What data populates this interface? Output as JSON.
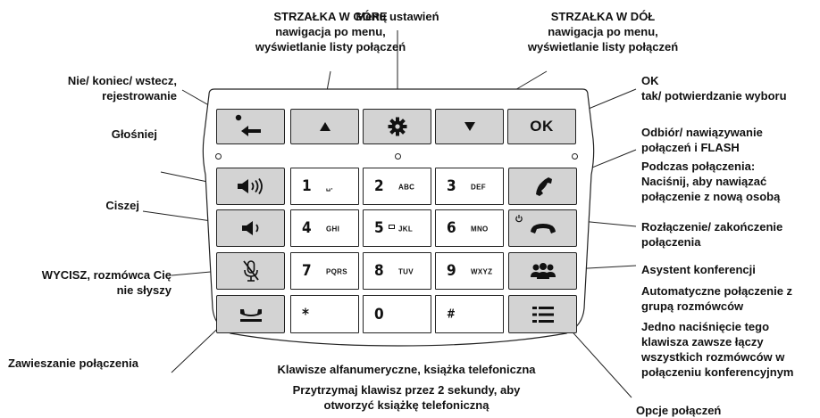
{
  "labels": {
    "up_title": "STRZAŁKA W GÓRĘ",
    "up_desc": [
      "nawigacja po menu,",
      "wyświetlanie listy połączeń"
    ],
    "menu": "Menu ustawień",
    "down_title": "STRZAŁKA W DÓŁ",
    "down_desc": [
      "nawigacja po menu,",
      "wyświetlanie listy połączeń"
    ],
    "back": [
      "Nie/ koniec/ wstecz,",
      "rejestrowanie"
    ],
    "ok_title": "OK",
    "ok_desc": "tak/ potwierdzanie wyboru",
    "louder": "Głośniej",
    "answer": [
      "Odbiór/ nawiązywanie",
      "połączeń i FLASH"
    ],
    "during_call": [
      "Podczas połączenia:",
      "Naciśnij, aby nawiązać",
      "połączenie z nową osobą"
    ],
    "quieter": "Ciszej",
    "hangup": [
      "Rozłączenie/ zakończenie",
      "połączenia"
    ],
    "mute": [
      "WYCISZ, rozmówca Cię",
      "nie słyszy"
    ],
    "conference": "Asystent konferencji",
    "auto_connect": [
      "Automatyczne połączenie z",
      "grupą rozmówców"
    ],
    "one_press": [
      "Jedno naciśnięcie tego",
      "klawisza zawsze łączy",
      "wszystkich rozmówców w",
      "połączeniu konferencyjnym"
    ],
    "hold": "Zawieszanie połączenia",
    "alnum": "Klawisze alfanumeryczne, książka telefoniczna",
    "hold_key": [
      "Przytrzymaj klawisz przez 2 sekundy, aby",
      "otworzyć książkę telefoniczną"
    ],
    "options": "Opcje połączeń"
  },
  "keys": {
    "ok": "OK",
    "digits": [
      {
        "num": "1",
        "sub": "␣."
      },
      {
        "num": "2",
        "sub": "ABC"
      },
      {
        "num": "3",
        "sub": "DEF"
      },
      {
        "num": "4",
        "sub": "GHI"
      },
      {
        "num": "5",
        "sub": "JKL"
      },
      {
        "num": "6",
        "sub": "MNO"
      },
      {
        "num": "7",
        "sub": "PQRS"
      },
      {
        "num": "8",
        "sub": "TUV"
      },
      {
        "num": "9",
        "sub": "WXYZ"
      },
      {
        "num": "*",
        "sub": ""
      },
      {
        "num": "0",
        "sub": ""
      },
      {
        "num": "#",
        "sub": ""
      }
    ]
  }
}
